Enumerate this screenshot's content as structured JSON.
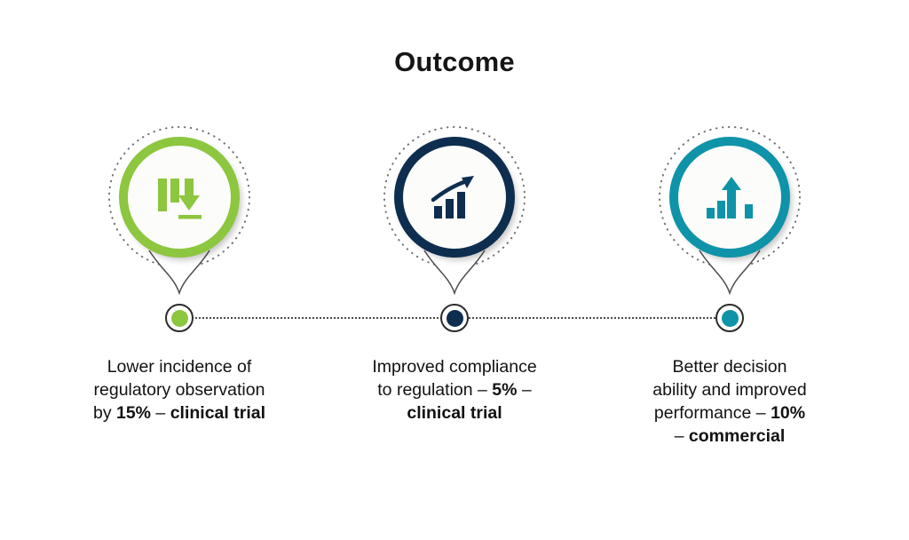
{
  "title": "Outcome",
  "colors": {
    "green": "#8DC63F",
    "navy": "#0E2E4F",
    "teal": "#0F93A8",
    "connector_dotted_line": "#4A4A4A",
    "text": "#121212"
  },
  "items": [
    {
      "icon": "bar-chart-decrease-icon",
      "color": "#8DC63F",
      "caption_segments": [
        {
          "text": "Lower incidence of\nregulatory observation\nby ",
          "bold": false
        },
        {
          "text": "15%",
          "bold": true
        },
        {
          "text": " – ",
          "bold": false
        },
        {
          "text": "clinical trial",
          "bold": true
        }
      ]
    },
    {
      "icon": "bar-chart-growth-arrow-icon",
      "color": "#0E2E4F",
      "caption_segments": [
        {
          "text": "Improved compliance\nto regulation – ",
          "bold": false
        },
        {
          "text": "5%",
          "bold": true
        },
        {
          "text": " –\n",
          "bold": false
        },
        {
          "text": "clinical trial",
          "bold": true
        }
      ]
    },
    {
      "icon": "bar-chart-increase-arrow-icon",
      "color": "#0F93A8",
      "caption_segments": [
        {
          "text": "Better decision\nability and improved\nperformance – ",
          "bold": false
        },
        {
          "text": "10%",
          "bold": true
        },
        {
          "text": "\n– ",
          "bold": false
        },
        {
          "text": "commercial",
          "bold": true
        }
      ]
    }
  ]
}
